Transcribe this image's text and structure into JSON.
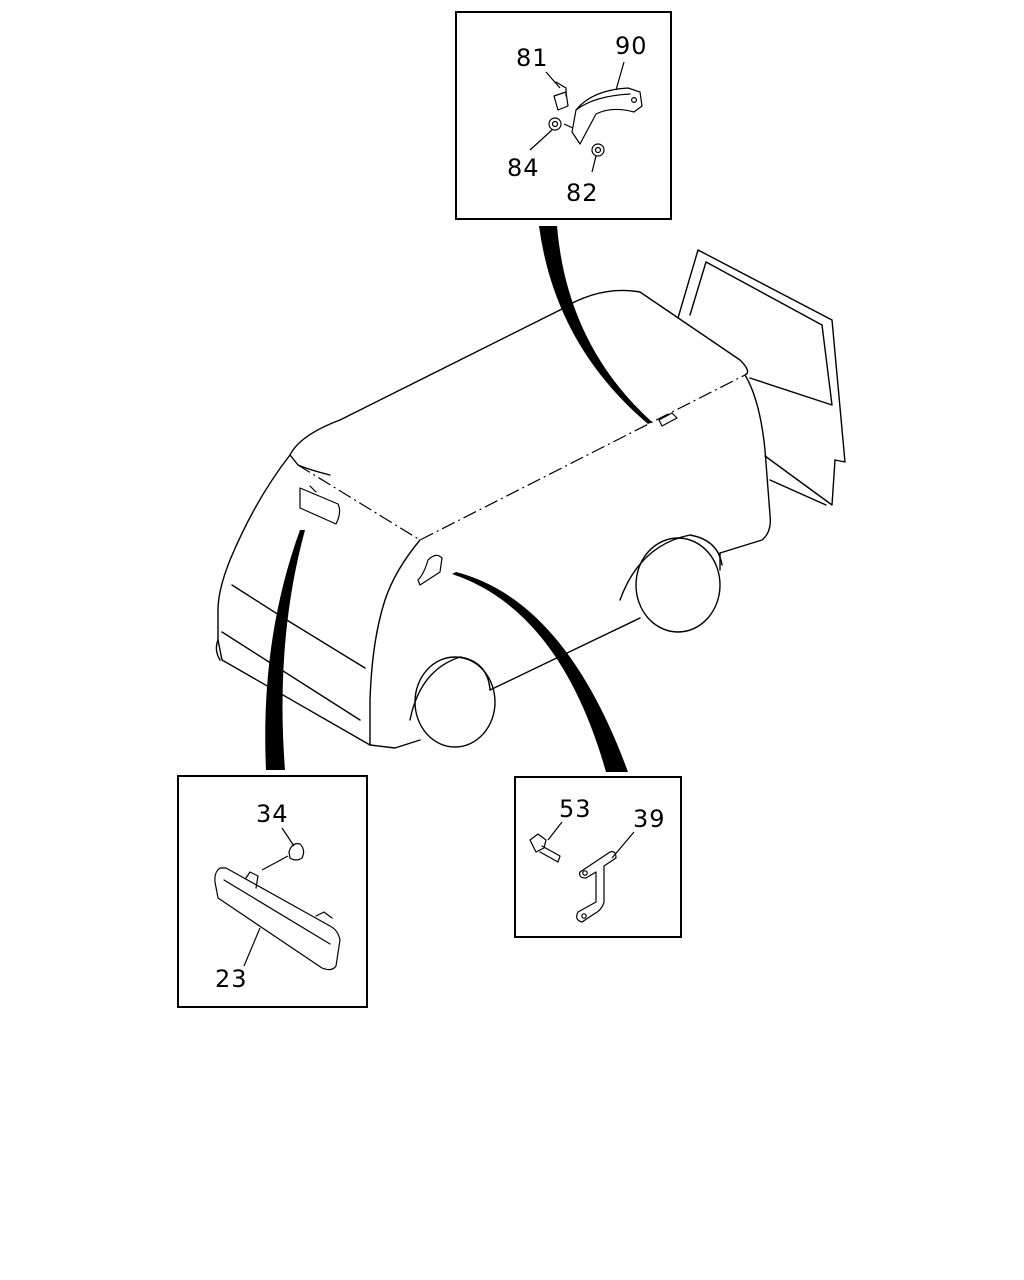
{
  "callouts": {
    "c81": "81",
    "c90": "90",
    "c84": "84",
    "c82": "82",
    "c34": "34",
    "c23": "23",
    "c53": "53",
    "c39": "39"
  },
  "colors": {
    "line": "#000000",
    "background": "#ffffff"
  }
}
